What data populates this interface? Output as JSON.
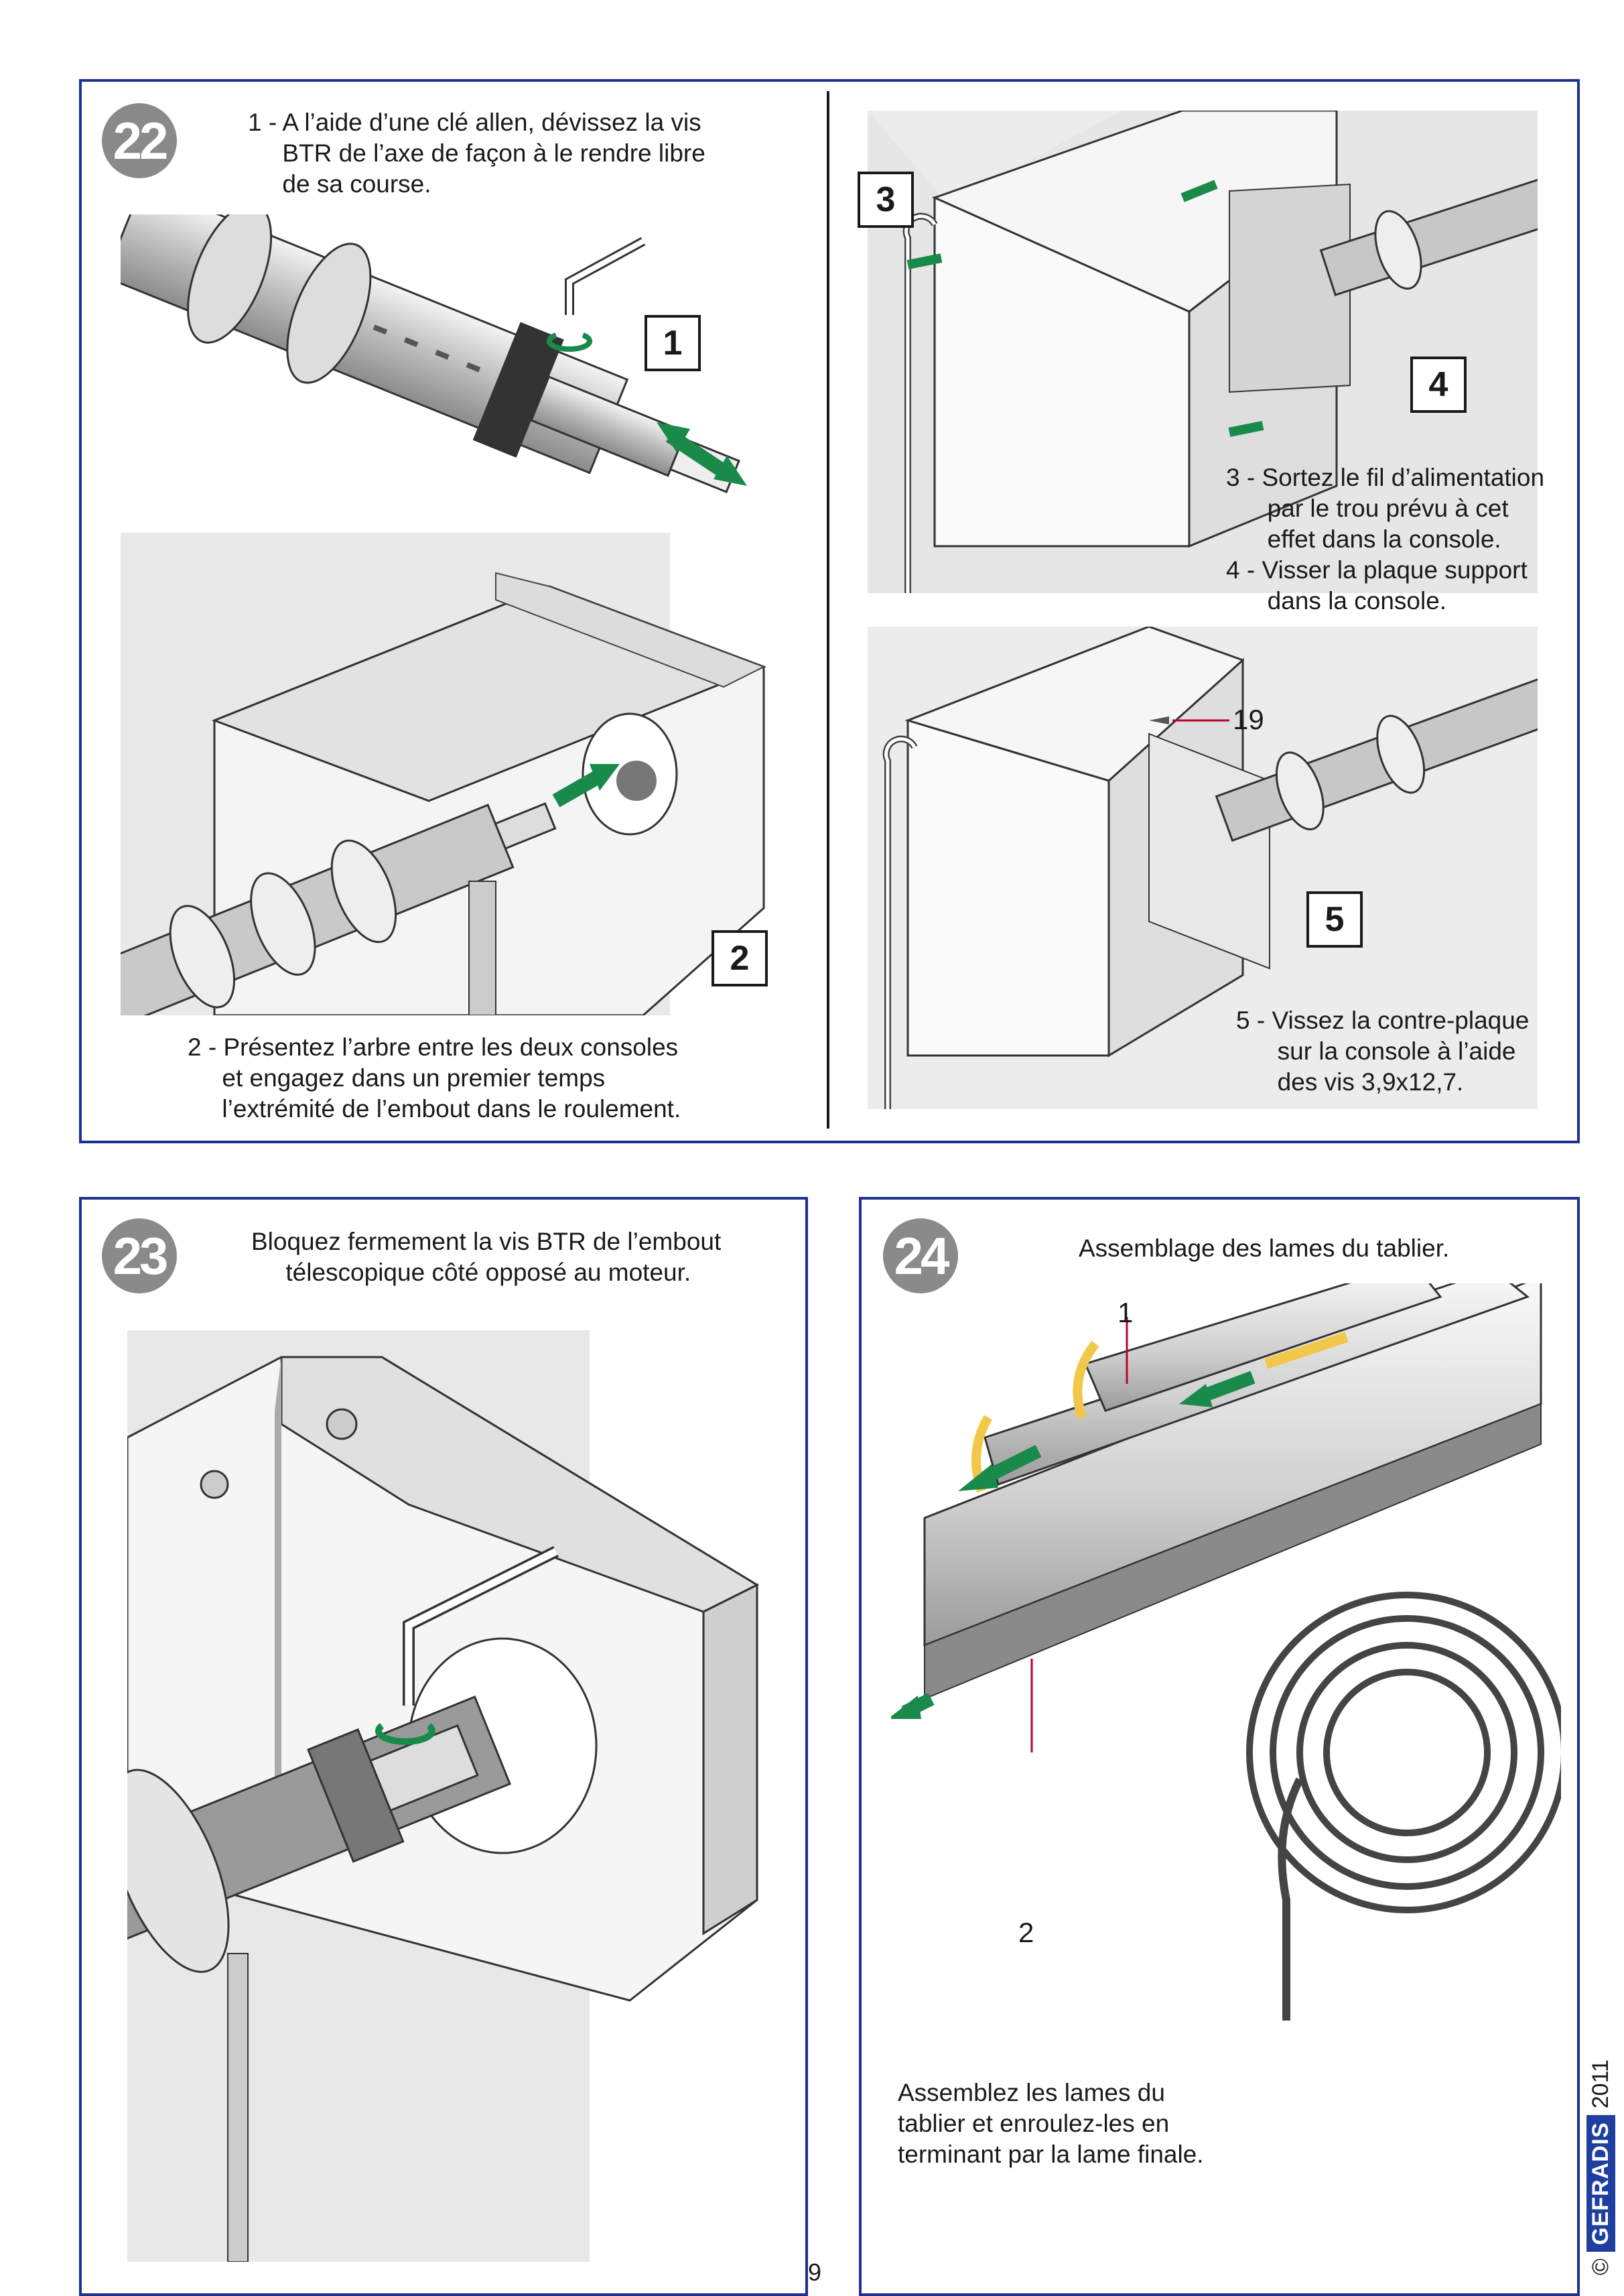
{
  "step22": {
    "badge": "22",
    "text1": "1 - A l’aide d’une clé allen, dévissez la vis\n     BTR de l’axe de façon à le rendre libre\n     de sa course.",
    "text2": "2 - Présentez l’arbre entre les deux consoles\n     et engagez dans un premier temps\n     l’extrémité de l’embout dans le roulement.",
    "text3": "3 - Sortez le fil d’alimentation\n      par le trou prévu à cet\n      effet dans la console.\n4 - Visser la plaque support\n      dans la console.",
    "text5": "5 - Vissez la contre-plaque\n      sur la console à l’aide\n      des vis 3,9x12,7.",
    "box1": "1",
    "box2": "2",
    "box3": "3",
    "box4": "4",
    "box5": "5",
    "callout19": "19"
  },
  "step23": {
    "badge": "23",
    "text": "Bloquez fermement la vis BTR de l’embout\n     télescopique côté opposé au moteur."
  },
  "step24": {
    "badge": "24",
    "title": "Assemblage des lames du tablier.",
    "callout1": "1",
    "callout2": "2",
    "text": "Assemblez les lames du\ntablier et enroulez-les en\nterminant par la lame finale."
  },
  "footer": {
    "page_number": "9",
    "copyright_symbol": "©",
    "brand": "GEFRADIS",
    "year": "2011"
  },
  "colors": {
    "frame": "#1f2f8f",
    "arrow": "#1a8a4a",
    "badge": "#8a8a8a",
    "slat_clip": "#f2c84b"
  }
}
